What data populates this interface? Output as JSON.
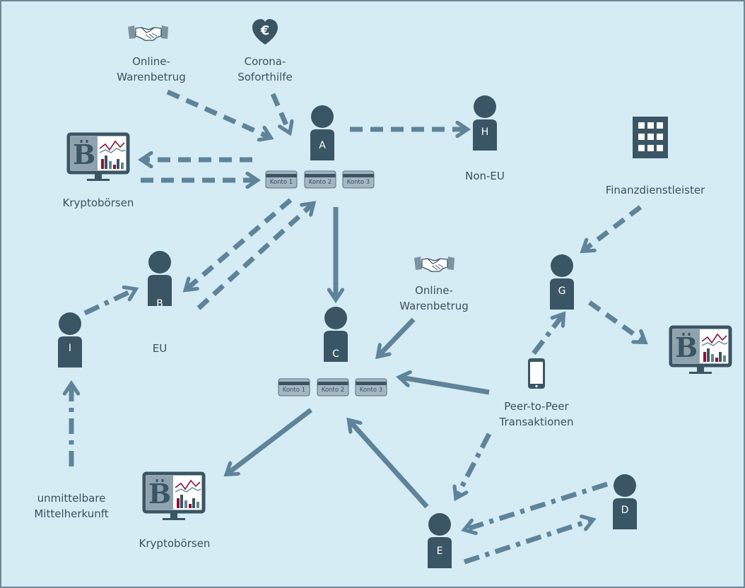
{
  "labels": {
    "online_warenbetrug_top": "Online-\nWarenbetrug",
    "corona_soforthilfe": "Corona-\nSoforthilfe",
    "kryptoboersen_left": "Kryptobörsen",
    "non_eu": "Non-EU",
    "finanzdienstleister": "Finanzdienstleister",
    "eu": "EU",
    "online_warenbetrug_mid": "Online-\nWarenbetrug",
    "peer_to_peer": "Peer-to-Peer\nTransaktionen",
    "unmittelbare_mittelherkunft": "unmittelbare\nMittelherkunft",
    "kryptoboersen_bottom": "Kryptobörsen"
  },
  "persons": {
    "a": "A",
    "b": "B",
    "c": "C",
    "d": "D",
    "e": "E",
    "g": "G",
    "h": "H",
    "i": "I"
  },
  "accounts": {
    "a": [
      "Konto 1",
      "Konto 2",
      "Konto 3"
    ],
    "c": [
      "Konto 1",
      "Konto 2",
      "Konto 3"
    ]
  },
  "icons": {
    "crypto": "bitcoin-monitor-icon",
    "handshake": "handshake-icon",
    "heart_euro": "heart-euro-icon",
    "building": "building-icon",
    "phone": "smartphone-icon"
  },
  "colors": {
    "background": "#d5ecf5",
    "border": "#6f8796",
    "person": "#3a5564",
    "arrow": "#5f8499",
    "text": "#3c4f5e",
    "crimson": "#8a1538"
  }
}
